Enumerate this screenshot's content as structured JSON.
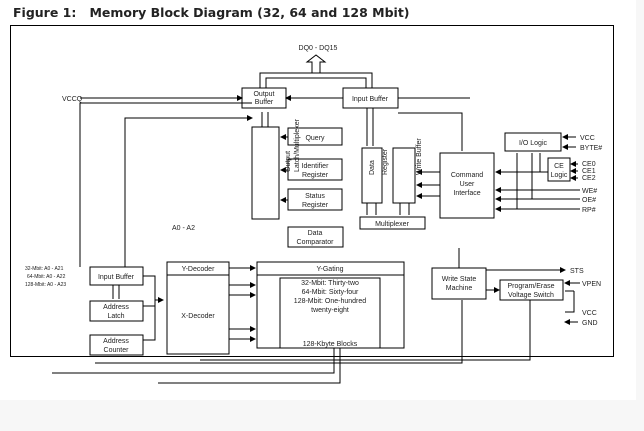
{
  "figure": {
    "label": "Figure 1:",
    "title": "Memory Block Diagram (32, 64 and 128 Mbit)"
  },
  "blocks": {
    "output_buffer": [
      "Output",
      "Buffer"
    ],
    "input_buffer_top": "Input Buffer",
    "output_latch": [
      "Output",
      "Latch/Multiplexer"
    ],
    "query": "Query",
    "identifier_register": [
      "Identifier",
      "Register"
    ],
    "status_register": [
      "Status",
      "Register"
    ],
    "data_register": [
      "Data",
      "Register"
    ],
    "write_buffer": "Write Buffer",
    "multiplexer": "Multiplexer",
    "data_comparator": [
      "Data",
      "Comparator"
    ],
    "command_user_interface": [
      "Command",
      "User",
      "Interface"
    ],
    "io_logic": "I/O Logic",
    "ce_logic": [
      "CE",
      "Logic"
    ],
    "input_buffer_addr": "Input Buffer",
    "address_latch": [
      "Address",
      "Latch"
    ],
    "address_counter": [
      "Address",
      "Counter"
    ],
    "y_decoder": "Y-Decoder",
    "x_decoder": "X-Decoder",
    "y_gating": "Y-Gating",
    "array_text": [
      "32-Mbit: Thirty-two",
      "64-Mbit: Sixty-four",
      "128-Mbit: One-hundred",
      "twenty-eight"
    ],
    "array_blocks": "128-Kbyte Blocks",
    "write_state_machine": [
      "Write State",
      "Machine"
    ],
    "program_erase_switch": [
      "Program/Erase",
      "Voltage Switch"
    ]
  },
  "signals": {
    "dq": "DQ0 - DQ15",
    "vccq": "VCCQ",
    "a_low": "A0 - A2",
    "addr_32": "32-Mbit: A0 - A21",
    "addr_64": "64-Mbit: A0 - A22",
    "addr_128": "128-Mbit: A0 - A23",
    "vcc_io": "VCC",
    "byte": "BYTE#",
    "ce0": "CE0",
    "ce1": "CE1",
    "ce2": "CE2",
    "we": "WE#",
    "oe": "OE#",
    "rp": "RP#",
    "sts": "STS",
    "vpen": "VPEN",
    "vcc_pwr": "VCC",
    "gnd": "GND"
  }
}
